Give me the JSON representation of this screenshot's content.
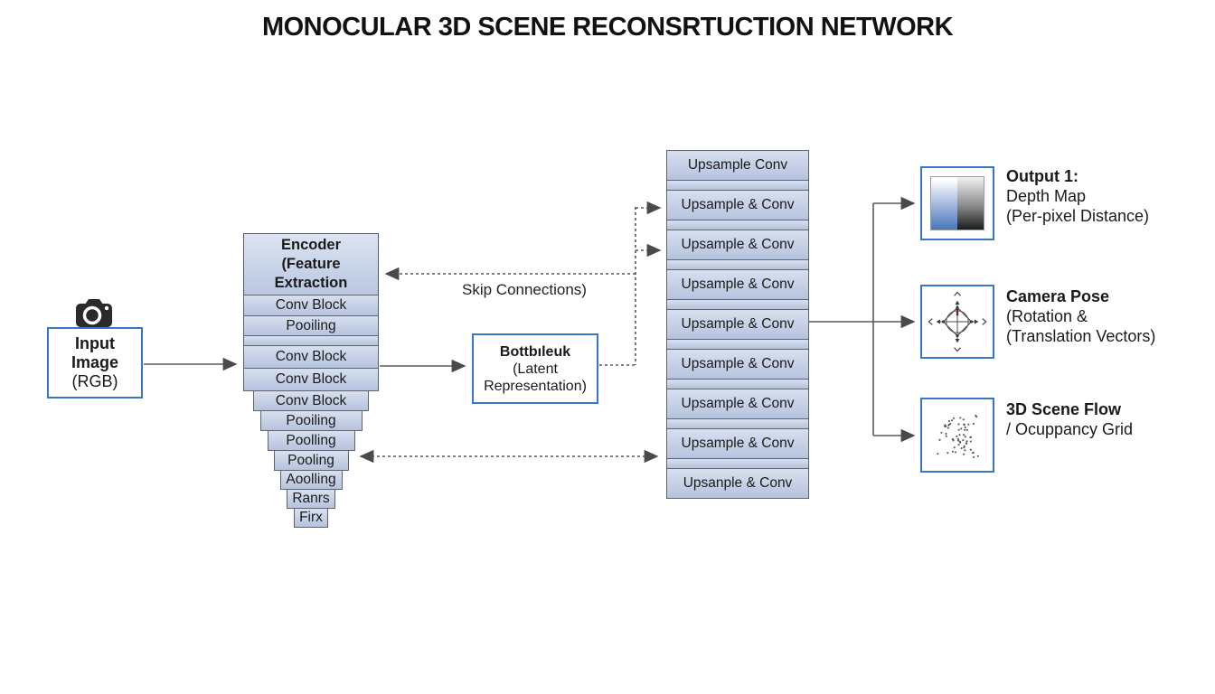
{
  "title": "MONOCULAR 3D SCENE RECONSRTUCTION NETWORK",
  "input_box": {
    "lines": [
      "Input",
      "Image",
      "(RGB)"
    ]
  },
  "encoder": {
    "header_lines": [
      "Encoder",
      "(Feature",
      "Extraction"
    ],
    "rows": [
      {
        "label": "Conv Block",
        "w": 150,
        "h": 24
      },
      {
        "label": "Pooiling",
        "w": 150,
        "h": 23
      },
      {
        "label": "",
        "w": 150,
        "h": 12
      },
      {
        "label": "Conv Block",
        "w": 150,
        "h": 26
      },
      {
        "label": "Conv Block",
        "w": 150,
        "h": 26
      },
      {
        "label": "Conv Block",
        "w": 128,
        "h": 23
      },
      {
        "label": "Pooiling",
        "w": 113,
        "h": 23
      },
      {
        "label": "Poolling",
        "w": 97,
        "h": 23
      },
      {
        "label": "Pooling",
        "w": 83,
        "h": 23
      },
      {
        "label": "Aoolling",
        "w": 69,
        "h": 22
      },
      {
        "label": "Ranrs",
        "w": 54,
        "h": 22
      },
      {
        "label": "Firx",
        "w": 38,
        "h": 22
      }
    ]
  },
  "bottleneck": {
    "lines": [
      "Bottbıleuk",
      "(Latent",
      "Representation)"
    ]
  },
  "skip_label": "Skip Connections)",
  "decoder": {
    "rows": [
      "Upsample Conv",
      "Upsample & Conv",
      "Upsample & Conv",
      "Upsample & Conv",
      "Upsample & Conv",
      "Upsample & Conv",
      "Upsample & Conv",
      "Upsample & Conv",
      "Upsanple & Conv"
    ]
  },
  "outputs": [
    {
      "icon": "depth-map-icon",
      "lines": [
        "Output 1:",
        "Depth Map",
        "(Per-pixel Distance)"
      ]
    },
    {
      "icon": "camera-pose-icon",
      "lines": [
        "Camera Pose",
        "(Rotation &",
        "(Translation Vectors)"
      ]
    },
    {
      "icon": "point-cloud-icon",
      "lines": [
        "3D Scene Flow",
        "/ Ocuppancy Grid"
      ]
    }
  ],
  "colors": {
    "accent_border": "#3778c2",
    "row_fill_top": "#d8e0f0",
    "row_fill_bottom": "#b5c3dd",
    "connector": "#555555",
    "icon_black": "#2a2a2a"
  }
}
